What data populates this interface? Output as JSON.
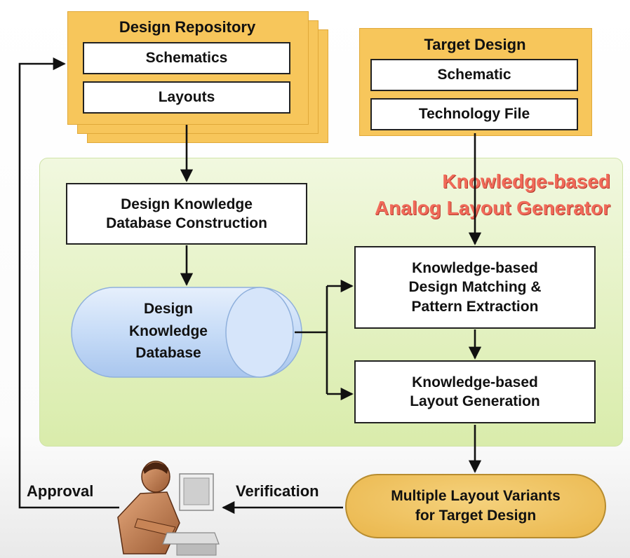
{
  "repository": {
    "title": "Design Repository",
    "items": [
      "Schematics",
      "Layouts"
    ]
  },
  "target": {
    "title": "Target Design",
    "items": [
      "Schematic",
      "Technology File"
    ]
  },
  "generator": {
    "title_lines": [
      "Knowledge-based",
      "Analog Layout Generator"
    ]
  },
  "steps": {
    "db_construction": [
      "Design Knowledge",
      "Database Construction"
    ],
    "database": [
      "Design",
      "Knowledge",
      "Database"
    ],
    "matching": [
      "Knowledge-based",
      "Design Matching &",
      "Pattern Extraction"
    ],
    "generation": [
      "Knowledge-based",
      "Layout Generation"
    ]
  },
  "output": {
    "lines": [
      "Multiple Layout Variants",
      "for Target Design"
    ]
  },
  "labels": {
    "approval": "Approval",
    "verification": "Verification"
  },
  "colors": {
    "folder_fill": "#f7c65b",
    "generator_region": "#e2f0c0",
    "generator_title": "#f06a59",
    "database_fill": "#c7dcf7",
    "output_fill": "#eab64b"
  },
  "icons": [
    "engineer-at-computer-icon"
  ]
}
